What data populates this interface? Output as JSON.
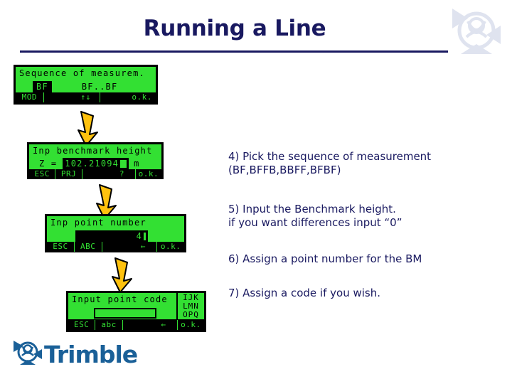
{
  "slide": {
    "title": "Running a Line",
    "title_color": "#191960",
    "background": "#ffffff"
  },
  "branding": {
    "corner_logo_name": "trimble-globe-watermark",
    "corner_logo_color": "#dfe3ef",
    "footer_logo_name": "trimble-logo",
    "footer_logo_text": "Trimble",
    "footer_logo_color": "#1a6098"
  },
  "lcd_screens": [
    {
      "id": "sequence-of-measurement",
      "title": "Sequence of measurem.",
      "selected_option": "BF",
      "other_option": "BF..BF",
      "softkeys": [
        "MOD",
        "",
        "↑↓",
        "",
        "o.k."
      ]
    },
    {
      "id": "benchmark-height",
      "title": "Inp benchmark height",
      "field_label": "Z  =",
      "field_value": "102.21094",
      "unit": "m",
      "softkeys": [
        "ESC",
        "PRJ",
        "",
        "?",
        "o.k."
      ]
    },
    {
      "id": "point-number",
      "title": "Inp point number",
      "field_value": "4",
      "softkeys": [
        "ESC",
        "ABC",
        "",
        "←",
        "o.k."
      ]
    },
    {
      "id": "point-code",
      "title": "Input point code",
      "field_value": "",
      "side_panel": [
        "IJK",
        "LMN",
        "OPQ"
      ],
      "softkeys": [
        "ESC",
        "abc",
        "",
        "←",
        "o.k."
      ]
    }
  ],
  "arrows": [
    {
      "name": "flow-arrow-1"
    },
    {
      "name": "flow-arrow-2"
    },
    {
      "name": "flow-arrow-3"
    }
  ],
  "notes": [
    {
      "name": "note-step-4",
      "text": "4)  Pick the sequence of measurement\n(BF,BFFB,BBFF,BFBF)"
    },
    {
      "name": "note-step-5",
      "text": "5)   Input the Benchmark height.\nif you want differences input “0”"
    },
    {
      "name": "note-step-6",
      "text": "6)  Assign a point number for the BM"
    },
    {
      "name": "note-step-7",
      "text": "7)  Assign a code if you wish."
    }
  ],
  "lcd_colors": {
    "screen_green": "#33e033",
    "screen_black": "#000000"
  }
}
